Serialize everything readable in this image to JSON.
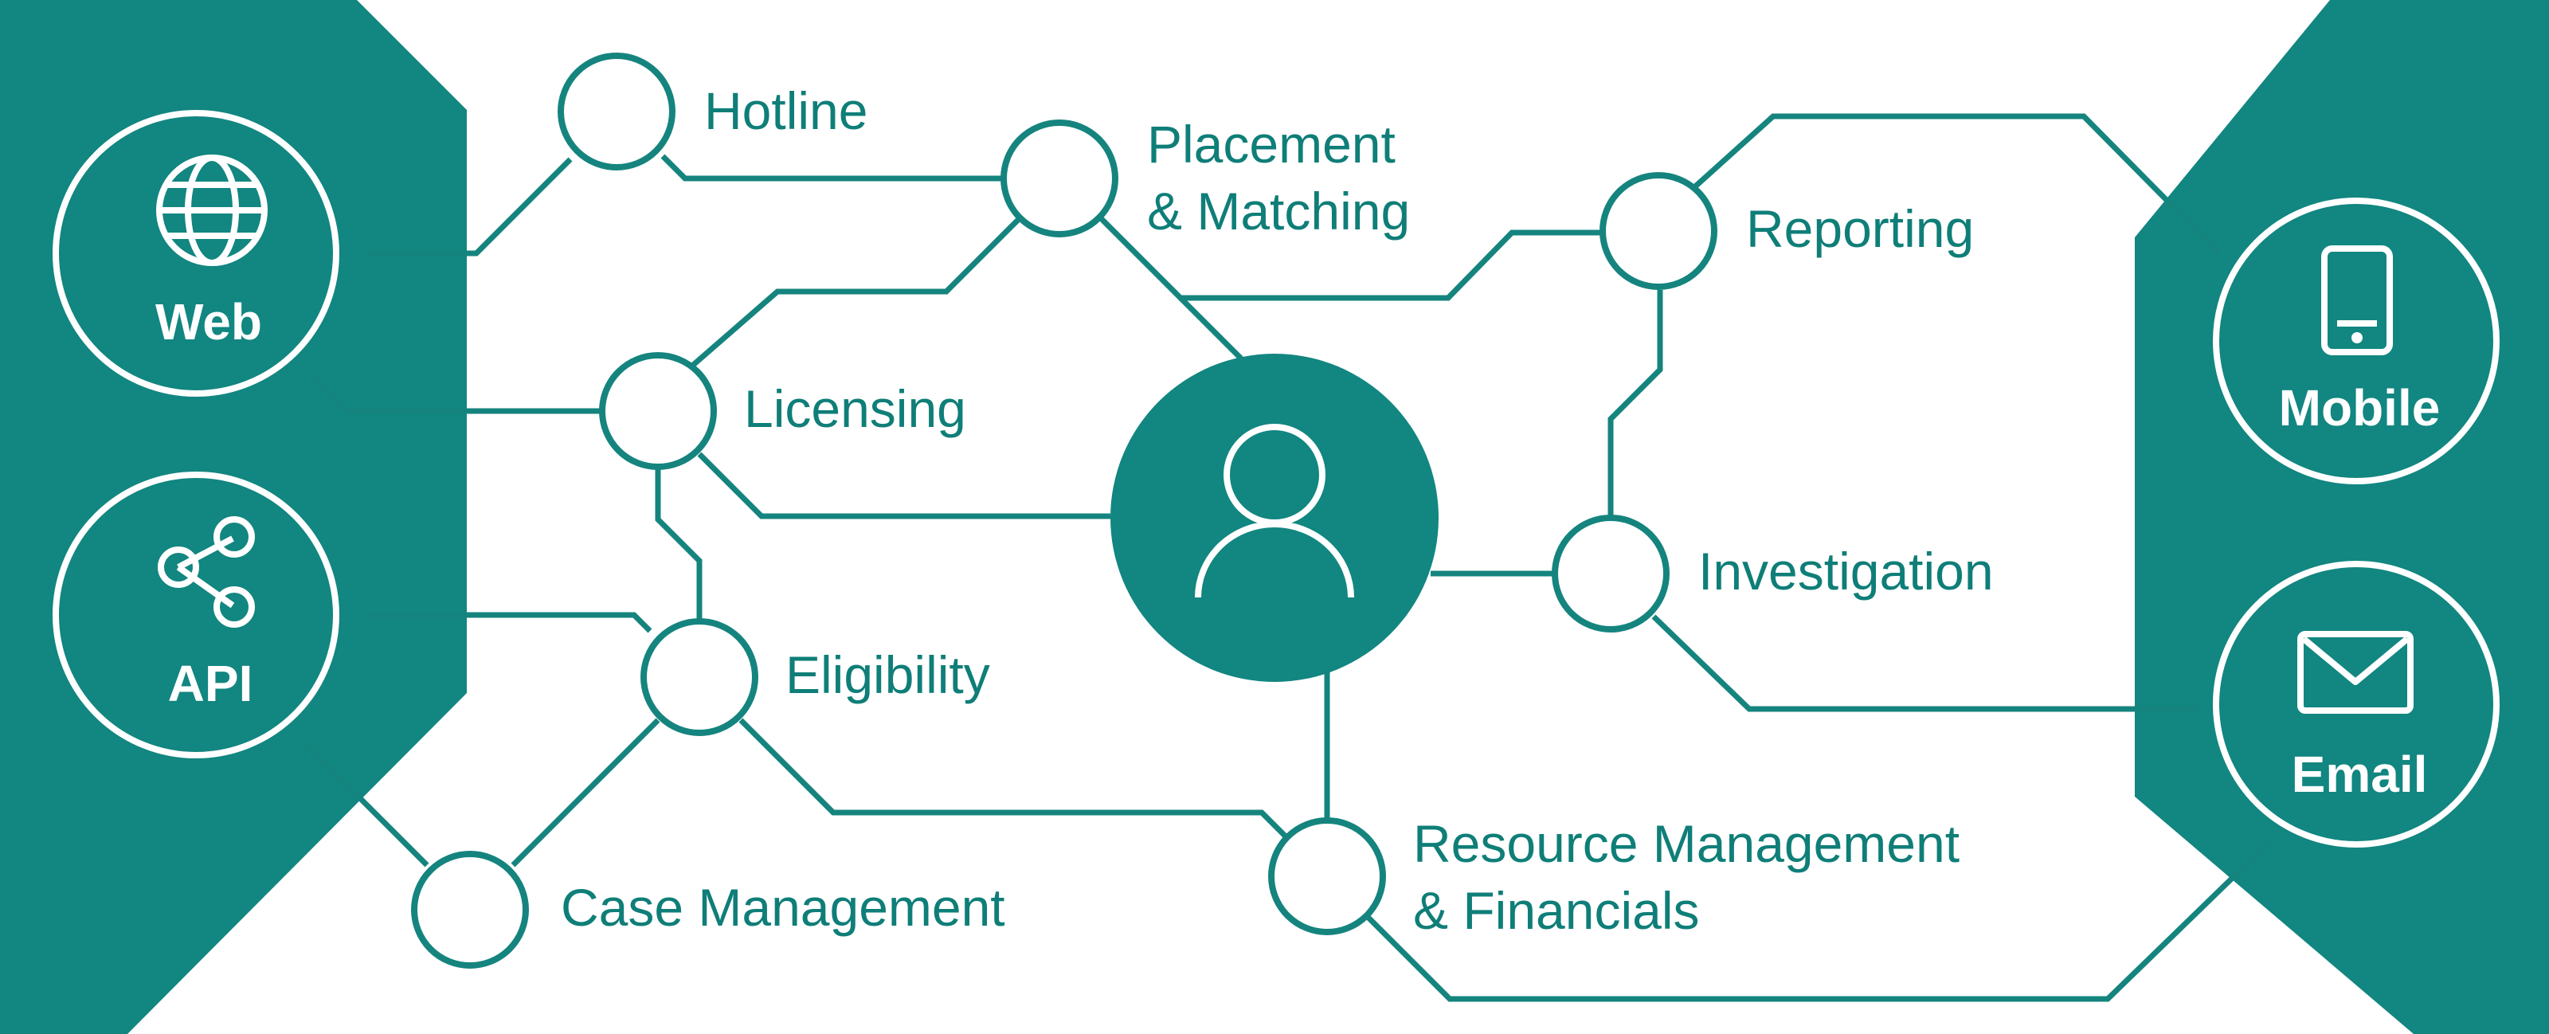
{
  "colors": {
    "teal": "#128680",
    "node_stroke": "#15847e",
    "text": "#0f7e78",
    "white": "#ffffff"
  },
  "channels": {
    "web": {
      "label": "Web",
      "icon": "globe-icon"
    },
    "api": {
      "label": "API",
      "icon": "share-icon"
    },
    "mobile": {
      "label": "Mobile",
      "icon": "smartphone-icon"
    },
    "email": {
      "label": "Email",
      "icon": "envelope-icon"
    }
  },
  "center": {
    "icon": "user-icon"
  },
  "modules": {
    "hotline": {
      "label": "Hotline"
    },
    "placement": {
      "line1": "Placement",
      "line2": "& Matching"
    },
    "licensing": {
      "label": "Licensing"
    },
    "eligibility": {
      "label": "Eligibility"
    },
    "case": {
      "label": "Case Management"
    },
    "reporting": {
      "label": "Reporting"
    },
    "investigation": {
      "label": "Investigation"
    },
    "resource": {
      "line1": "Resource Management",
      "line2": "& Financials"
    }
  }
}
